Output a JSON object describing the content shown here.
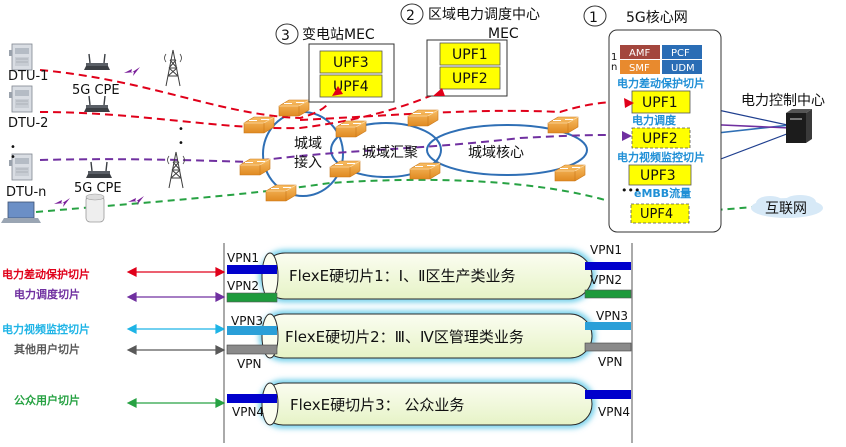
{
  "labels": {
    "dtu1": "DTU-1",
    "dtu2": "DTU-2",
    "dtun": "DTU-n",
    "cpe_top": "5G CPE",
    "cpe_bottom": "5G CPE",
    "dot": "•"
  },
  "mec_sites": [
    {
      "num": "3",
      "title": "变电站MEC",
      "upfs": [
        "UPF3",
        "UPF4"
      ]
    },
    {
      "num": "2",
      "title": "区域电力调度中心",
      "subtitle": "MEC",
      "upfs": [
        "UPF1",
        "UPF2"
      ]
    }
  ],
  "core": {
    "num": "1",
    "title": "5G核心网",
    "nfs": [
      "AMF",
      "PCF",
      "SMF",
      "UDM"
    ],
    "stray": "1\nn",
    "slice_labels": [
      "电力差动保护切片",
      "电力调度",
      "电力视频监控切片",
      "eMBB流量"
    ],
    "upfs": [
      "UPF1",
      "UPF2",
      "UPF3",
      "UPF4"
    ],
    "dots": "•••"
  },
  "network": {
    "access": "城域\n接入",
    "aggregation": "城域汇聚",
    "core": "城域核心"
  },
  "endpoints": {
    "control_center": "电力控制中心",
    "internet": "互联网"
  },
  "legend": [
    {
      "label": "电力差动保护切片",
      "color": "#e0001a"
    },
    {
      "label": "电力调度切片",
      "color": "#7030a0"
    },
    {
      "label": "电力视频监控切片",
      "color": "#1eb4e6"
    },
    {
      "label": "其他用户切片",
      "color": "#595959"
    },
    {
      "label": "公众用户切片",
      "color": "#27a243"
    }
  ],
  "pipes": [
    {
      "label": "FlexE硬切片1：Ⅰ、Ⅱ区生产类业务",
      "vpn_top": "VPN1",
      "vpn_bottom": "VPN2"
    },
    {
      "label": "FlexE硬切片2：Ⅲ、Ⅳ区管理类业务",
      "vpn_top": "VPN3",
      "vpn_bottom": "VPN"
    },
    {
      "label": "FlexE硬切片3：  公众业务",
      "vpn_top": "VPN4",
      "vpn_bottom": ""
    }
  ],
  "colors": {
    "red": "#e0001a",
    "purple": "#7030a0",
    "cyan": "#1eb4e6",
    "green": "#27a243",
    "upf_fill": "#ffff00",
    "router": "#f4a03c",
    "pipe_fill": "#f0f9d6",
    "pipe_glow": "#5fc9e8"
  }
}
